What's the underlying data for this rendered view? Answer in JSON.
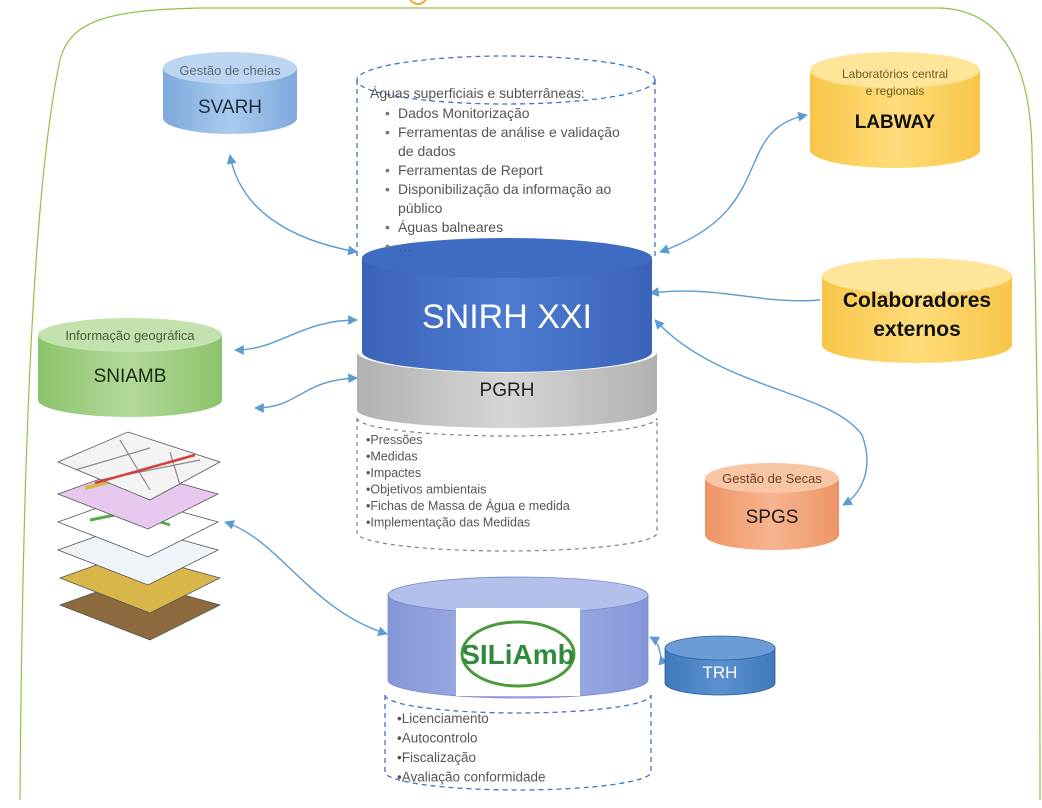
{
  "svarh": {
    "caption": "Gestão de cheias",
    "name": "SVARH"
  },
  "labway": {
    "caption_line1": "Laboratórios central",
    "caption_line2": "e regionais",
    "name": "LABWAY"
  },
  "aguas": {
    "title": "Águas superficiais e subterrâneas:",
    "items": [
      "Dados Monitorização",
      "Ferramentas de análise e validação",
      "de dados",
      "Ferramentas de Report",
      "Disponibilização da informação ao",
      "público",
      "Águas balneares",
      "…"
    ]
  },
  "snirh": {
    "name": "SNIRH XXI"
  },
  "colaboradores": {
    "line1": "Colaboradores",
    "line2": "externos"
  },
  "sniamb": {
    "caption": "Informação geográfica",
    "name": "SNIAMB"
  },
  "pgrh": {
    "name": "PGRH",
    "items": [
      "•Pressões",
      "•Medidas",
      "•Impactes",
      "•Objetivos ambientais",
      "•Fichas de Massa de Água e medida",
      "•Implementação das Medidas"
    ]
  },
  "spgs": {
    "caption": "Gestão de Secas",
    "name": "SPGS"
  },
  "siliamb": {
    "logo_text": "SILiAmb",
    "items": [
      "•Licenciamento",
      "•Autocontrolo",
      "•Fiscalização",
      "•Avaliação conformidade"
    ]
  },
  "trh": {
    "name": "TRH"
  },
  "colors": {
    "blue_light": "#9dc3e6",
    "blue_dark": "#4472c4",
    "orange": "#ffd966",
    "green": "#a9d18e",
    "salmon": "#f4b183",
    "gray": "#bfbfbf",
    "connector": "#5b9bd5"
  }
}
